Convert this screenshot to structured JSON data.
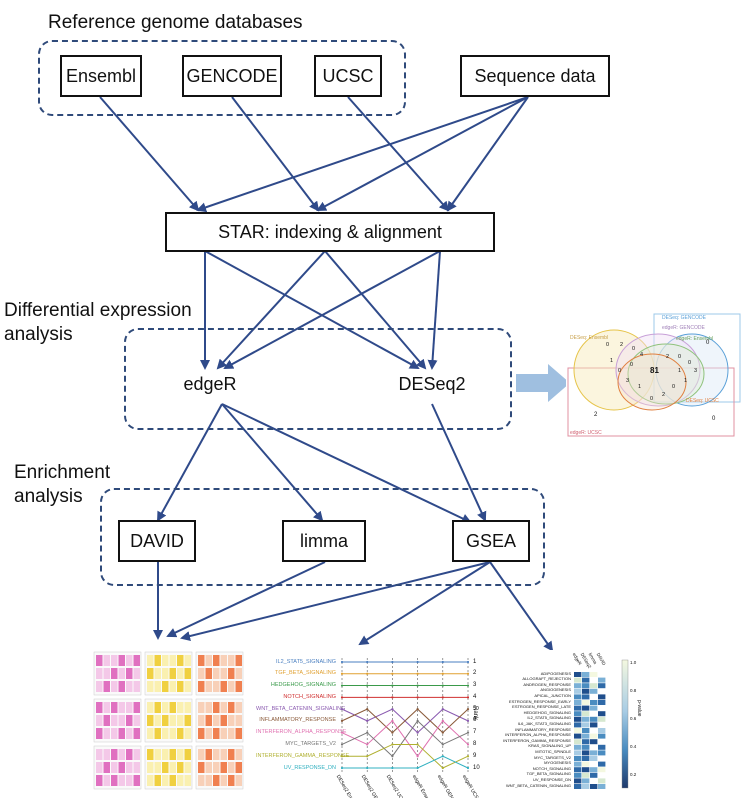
{
  "sections": {
    "reference": "Reference genome databases",
    "differential_line1": "Differential expression",
    "differential_line2": " analysis",
    "enrichment_line1": "Enrichment",
    "enrichment_line2": "analysis"
  },
  "nodes": {
    "ensembl": "Ensembl",
    "gencode": "GENCODE",
    "ucsc": "UCSC",
    "sequence": "Sequence data",
    "star": "STAR: indexing & alignment",
    "edger": "edgeR",
    "deseq2": "DESeq2",
    "david": "DAVID",
    "limma": "limma",
    "gsea": "GSEA"
  },
  "venn": {
    "labels": [
      "DESeq: Ensembl",
      "DESeq: GENCODE",
      "edgeR: GENCODE",
      "edgeR: Ensembl",
      "DESeq: UCSC",
      "edgeR: UCSC"
    ],
    "center_value": "81",
    "values": [
      "0",
      "2",
      "0",
      "4",
      "1",
      "0",
      "3",
      "1",
      "2",
      "0",
      "0",
      "3",
      "1",
      "0",
      "2",
      "0",
      "1",
      "0"
    ],
    "outside_values": [
      "0",
      "2",
      "0"
    ],
    "colors": [
      "#e6c44a",
      "#5aa0d8",
      "#c8a0d8",
      "#8fc27c",
      "#e08040",
      "#d06070"
    ]
  },
  "bump_chart": {
    "pathways": [
      {
        "name": "IL2_STAT5_SIGNALING",
        "color": "#4a7fc0"
      },
      {
        "name": "TGF_BETA_SIGNALING",
        "color": "#e0a030"
      },
      {
        "name": "HEDGEHOG_SIGNALING",
        "color": "#3a9a4a"
      },
      {
        "name": "NOTCH_SIGNALING",
        "color": "#d03030"
      },
      {
        "name": "WNT_BETA_CATENIN_SIGNALING",
        "color": "#8a5ab0"
      },
      {
        "name": "INFLAMMATORY_RESPONSE",
        "color": "#8a5a3a"
      },
      {
        "name": "INTERFERON_ALPHA_RESPONSE",
        "color": "#e070b0"
      },
      {
        "name": "MYC_TARGETS_V2",
        "color": "#777777"
      },
      {
        "name": "INTERFERON_GAMMA_RESPONSE",
        "color": "#b0b030"
      },
      {
        "name": "UV_RESPONSE_DN",
        "color": "#30b0c0"
      }
    ],
    "ranks": [
      "1",
      "2",
      "3",
      "4",
      "5",
      "6",
      "7",
      "8",
      "9",
      "10"
    ],
    "rank_axis_label": "Rank",
    "methods": [
      "DESeq2 Ensembl",
      "DESeq2 GENCODE",
      "DESeq2 UCSC",
      "edgeR Ensembl",
      "edgeR GENCODE",
      "edgeR UCSC"
    ]
  },
  "heatmap": {
    "rows": [
      "ADIPOGENESIS",
      "ALLOGRAFT_REJECTION",
      "ANDROGEN_RESPONSE",
      "ANGIOGENESIS",
      "APICAL_JUNCTION",
      "ESTROGEN_RESPONSE_EARLY",
      "ESTROGEN_RESPONSE_LATE",
      "HEDGEHOG_SIGNALING",
      "IL2_STAT5_SIGNALING",
      "IL6_JAK_STAT3_SIGNALING",
      "INFLAMMATORY_RESPONSE",
      "INTERFERON_ALPHA_RESPONSE",
      "INTERFERON_GAMMA_RESPONSE",
      "KRAS_SIGNALING_UP",
      "MITOTIC_SPINDLE",
      "MYC_TARGETS_V2",
      "MYOGENESIS",
      "NOTCH_SIGNALING",
      "TGF_BETA_SIGNALING",
      "UV_RESPONSE_DN",
      "WNT_BETA_CATENIN_SIGNALING"
    ],
    "columns": [
      "edgeR",
      "DESeq2",
      "limma",
      "DAVID"
    ],
    "colorbar_ticks": [
      "1.0",
      "0.8",
      "0.6",
      "0.4",
      "0.2"
    ],
    "colorbar_label": "p-value"
  },
  "colors": {
    "arrow": "#2f4a8a",
    "group_border": "#2f4a7a",
    "big_arrow": "#9fbfe0"
  }
}
